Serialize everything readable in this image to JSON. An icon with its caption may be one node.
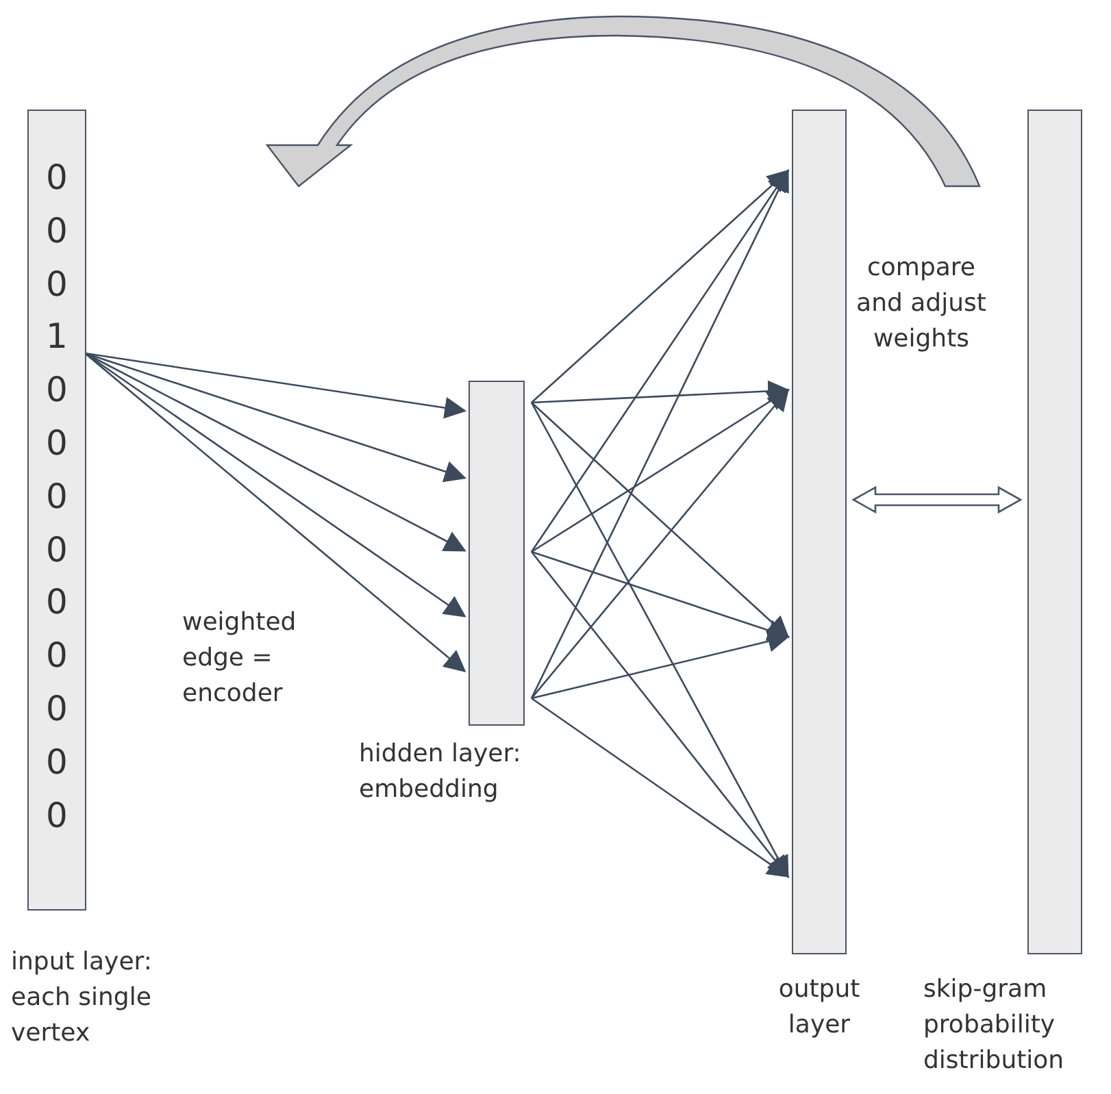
{
  "diagram": {
    "nodes": [
      {
        "text": [
          "input layer: each single vertex"
        ]
      },
      {
        "text": [
          "0"
        ],
        "in": 0
      },
      {
        "text": [
          "0"
        ],
        "in": 0
      },
      {
        "text": [
          "0"
        ],
        "in": 0
      },
      {
        "text": [
          "1"
        ],
        "in": 0
      },
      {
        "text": [
          "0"
        ],
        "in": 0
      },
      {
        "text": [
          "0"
        ],
        "in": 0
      },
      {
        "text": [
          "0"
        ],
        "in": 0
      },
      {
        "text": [
          "0"
        ],
        "in": 0
      },
      {
        "text": [
          "0"
        ],
        "in": 0
      },
      {
        "text": [
          "0"
        ],
        "in": 0
      },
      {
        "text": [
          "0"
        ],
        "in": 0
      },
      {
        "text": [
          "0"
        ],
        "in": 0
      },
      {
        "text": [
          "0"
        ],
        "in": 0
      },
      {
        "text": [
          "hidden layer: embedding"
        ]
      },
      {
        "text": [
          "output layer"
        ]
      },
      {
        "text": [
          "skip-gram probability distribution"
        ]
      }
    ],
    "edges": [
      {
        "from": 4,
        "to": 14,
        "arrow": "to"
      },
      {
        "from": 4,
        "to": 14,
        "arrow": "to"
      },
      {
        "from": 4,
        "to": 14,
        "arrow": "to"
      },
      {
        "from": 4,
        "to": 14,
        "arrow": "to"
      },
      {
        "from": 4,
        "to": 14,
        "arrow": "to"
      },
      {
        "from": 14,
        "to": 15,
        "arrow": "to"
      },
      {
        "from": 14,
        "to": 15,
        "arrow": "to"
      },
      {
        "from": 14,
        "to": 15,
        "arrow": "to"
      },
      {
        "from": 14,
        "to": 15,
        "arrow": "to"
      },
      {
        "from": 14,
        "to": 15,
        "arrow": "to"
      },
      {
        "from": 14,
        "to": 15,
        "arrow": "to"
      },
      {
        "from": 14,
        "to": 15,
        "arrow": "to"
      },
      {
        "from": 14,
        "to": 15,
        "arrow": "to"
      },
      {
        "from": 14,
        "to": 15,
        "arrow": "to"
      },
      {
        "from": 14,
        "to": 15,
        "arrow": "to"
      },
      {
        "from": 14,
        "to": 15,
        "arrow": "to"
      },
      {
        "from": 14,
        "to": 15,
        "arrow": "to"
      },
      {
        "from": 15,
        "to": 16,
        "arrow": "both"
      }
    ],
    "labels": [
      "compare and adjust weights",
      "weighted edge = encoder"
    ]
  }
}
